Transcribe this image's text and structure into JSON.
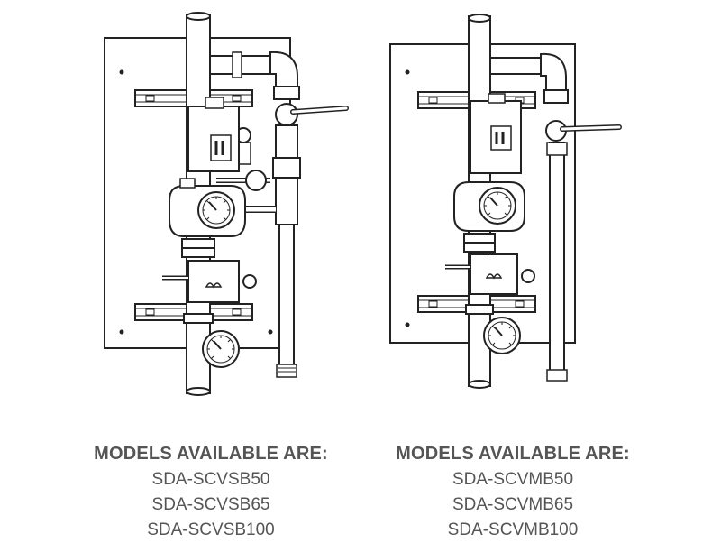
{
  "products": [
    {
      "heading": "MODELS AVAILABLE ARE:",
      "models": [
        "SDA-SCVSB50",
        "SDA-SCVSB65",
        "SDA-SCVSB100"
      ],
      "illustration_icon": "valve-assembly-illustration-icon"
    },
    {
      "heading": "MODELS AVAILABLE ARE:",
      "models": [
        "SDA-SCVMB50",
        "SDA-SCVMB65",
        "SDA-SCVMB100"
      ],
      "illustration_icon": "valve-assembly-illustration-icon"
    }
  ],
  "colors": {
    "text": "#555555",
    "line": "#222222",
    "background": "#ffffff"
  }
}
